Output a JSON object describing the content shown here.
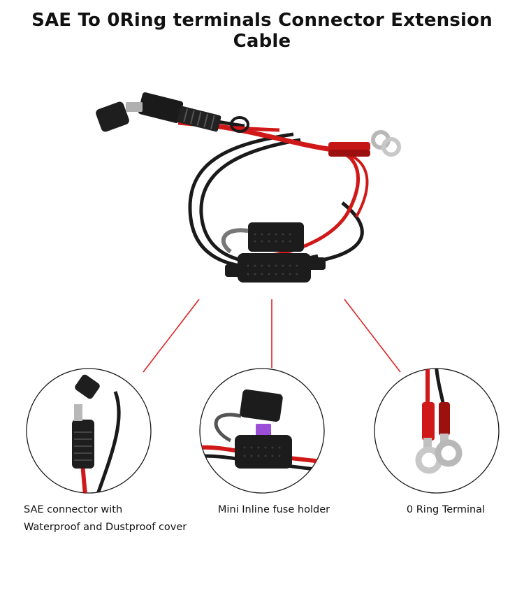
{
  "title": "SAE To 0Ring terminals Connector Extension Cable",
  "colors": {
    "leader_line": "#e02020",
    "wire_red": "#d01818",
    "wire_black": "#1a1a1a",
    "ring_silver": "#c8c8c8",
    "fuse_purple": "#9a4fd6"
  },
  "callouts": [
    {
      "label_line1": "SAE connector with",
      "label_line2": "Waterproof and Dustproof cover"
    },
    {
      "label": "Mini Inline fuse holder"
    },
    {
      "label": "0 Ring Terminal"
    }
  ]
}
